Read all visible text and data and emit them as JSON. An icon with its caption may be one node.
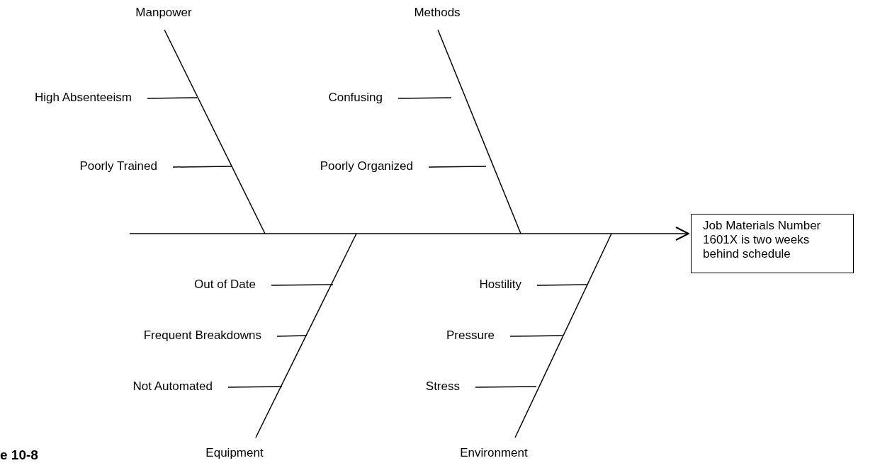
{
  "diagram": {
    "caption": "e 10-8",
    "nodes": [
      {
        "text": [
          "Manpower"
        ]
      },
      {
        "text": [
          "High Absenteeism"
        ]
      },
      {
        "text": [
          "Poorly Trained"
        ]
      },
      {
        "text": [
          "Methods"
        ]
      },
      {
        "text": [
          "Confusing"
        ]
      },
      {
        "text": [
          "Poorly Organized"
        ]
      },
      {
        "text": [
          "Job Materials Number 1601X is two weeks behind schedule"
        ]
      },
      {
        "text": [
          "Out of Date"
        ]
      },
      {
        "text": [
          "Frequent Breakdowns"
        ]
      },
      {
        "text": [
          "Not Automated"
        ]
      },
      {
        "text": [
          "Hostility"
        ]
      },
      {
        "text": [
          "Pressure"
        ]
      },
      {
        "text": [
          "Stress"
        ]
      },
      {
        "text": [
          "Equipment"
        ]
      },
      {
        "text": [
          "Environment"
        ]
      }
    ],
    "edges": [
      {
        "from": null,
        "to": 6,
        "arrow": "to"
      },
      {
        "from": 0,
        "to": null,
        "arrow": "none"
      },
      {
        "from": 1,
        "to": null,
        "arrow": "none"
      },
      {
        "from": 2,
        "to": null,
        "arrow": "none"
      },
      {
        "from": 3,
        "to": null,
        "arrow": "none"
      },
      {
        "from": 4,
        "to": null,
        "arrow": "none"
      },
      {
        "from": 5,
        "to": null,
        "arrow": "none"
      },
      {
        "from": 13,
        "to": null,
        "arrow": "none"
      },
      {
        "from": 7,
        "to": null,
        "arrow": "none"
      },
      {
        "from": 8,
        "to": null,
        "arrow": "none"
      },
      {
        "from": 9,
        "to": null,
        "arrow": "none"
      },
      {
        "from": 14,
        "to": null,
        "arrow": "none"
      },
      {
        "from": 10,
        "to": null,
        "arrow": "none"
      },
      {
        "from": 11,
        "to": null,
        "arrow": "none"
      },
      {
        "from": 12,
        "to": null,
        "arrow": "none"
      }
    ]
  }
}
